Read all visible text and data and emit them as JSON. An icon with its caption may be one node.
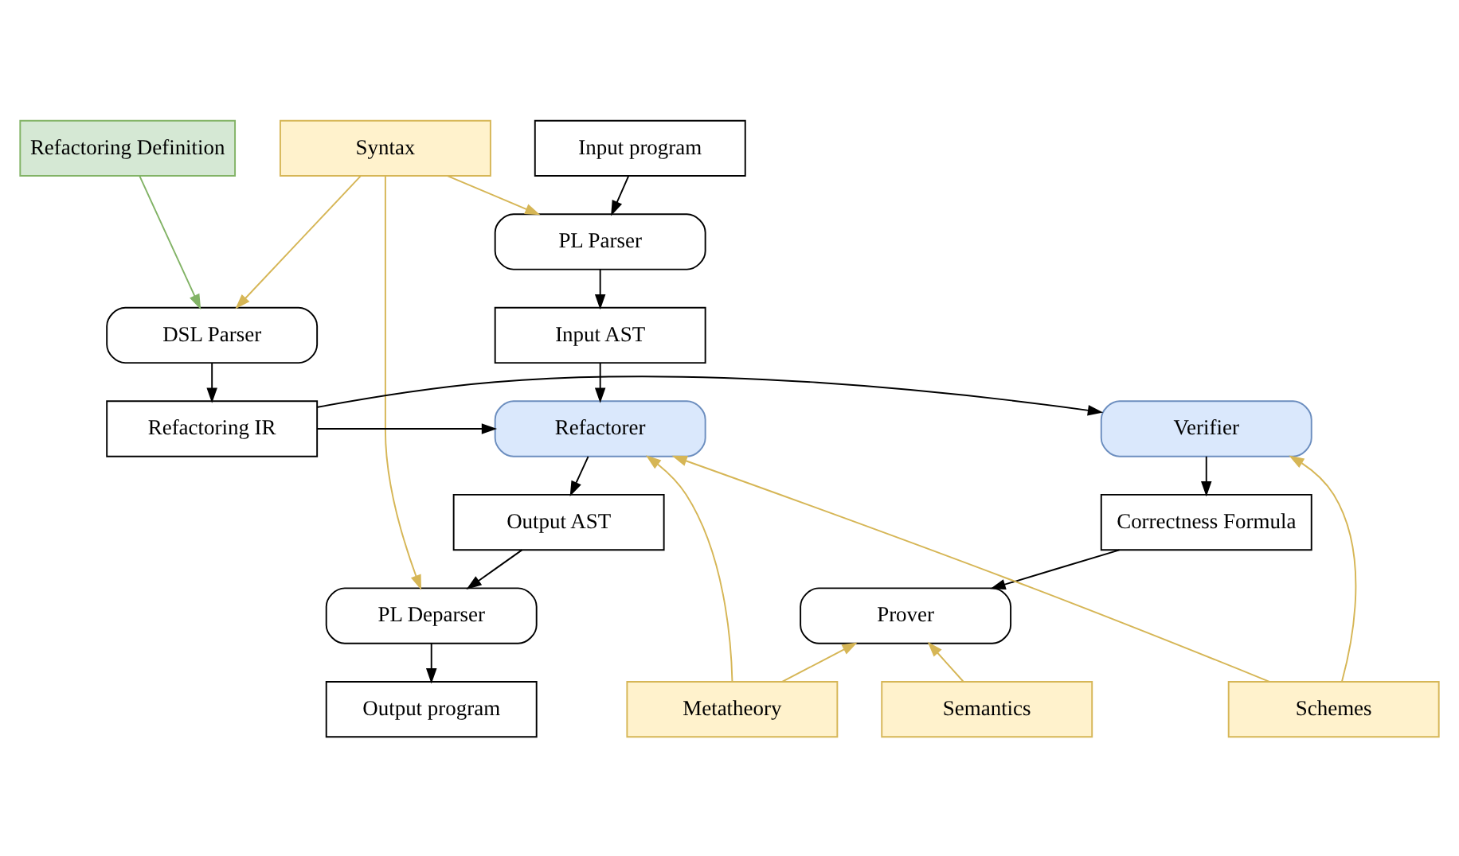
{
  "diagram": {
    "nodes": [
      {
        "text": [
          "Refactoring Definition"
        ]
      },
      {
        "text": [
          "Syntax"
        ]
      },
      {
        "text": [
          "Input program"
        ]
      },
      {
        "text": [
          "PL Parser"
        ]
      },
      {
        "text": [
          "DSL Parser"
        ]
      },
      {
        "text": [
          "Input AST"
        ]
      },
      {
        "text": [
          "Verifier"
        ]
      },
      {
        "text": [
          "Refactoring IR"
        ]
      },
      {
        "text": [
          "Refactorer"
        ]
      },
      {
        "text": [
          "Correctness Formula"
        ]
      },
      {
        "text": [
          "Output AST"
        ]
      },
      {
        "text": [
          "Prover"
        ]
      },
      {
        "text": [
          "PL Deparser"
        ]
      },
      {
        "text": [
          "Semantics"
        ]
      },
      {
        "text": [
          "Metatheory"
        ]
      },
      {
        "text": [
          "Schemes"
        ]
      },
      {
        "text": [
          "Output program"
        ]
      }
    ],
    "edges": [
      {
        "from": 0,
        "to": 4,
        "arrow": "to",
        "color": "#82b366"
      },
      {
        "from": 1,
        "to": 3,
        "arrow": "to",
        "color": "#d6b656"
      },
      {
        "from": 1,
        "to": 4,
        "arrow": "to",
        "color": "#d6b656"
      },
      {
        "from": 1,
        "to": 12,
        "arrow": "to",
        "color": "#d6b656"
      },
      {
        "from": 2,
        "to": 3,
        "arrow": "to"
      },
      {
        "from": 3,
        "to": 5,
        "arrow": "to"
      },
      {
        "from": 5,
        "to": 8,
        "arrow": "to"
      },
      {
        "from": 4,
        "to": 7,
        "arrow": "to"
      },
      {
        "from": 7,
        "to": 6,
        "arrow": "to"
      },
      {
        "from": 7,
        "to": 8,
        "arrow": "to"
      },
      {
        "from": 6,
        "to": 9,
        "arrow": "to"
      },
      {
        "from": 9,
        "to": 11,
        "arrow": "to"
      },
      {
        "from": 8,
        "to": 10,
        "arrow": "to"
      },
      {
        "from": 10,
        "to": 12,
        "arrow": "to"
      },
      {
        "from": 12,
        "to": 16,
        "arrow": "to"
      },
      {
        "from": 13,
        "to": 11,
        "arrow": "to",
        "color": "#d6b656"
      },
      {
        "from": 14,
        "to": 11,
        "arrow": "to",
        "color": "#d6b656"
      },
      {
        "from": 14,
        "to": 8,
        "arrow": "to",
        "color": "#d6b656"
      },
      {
        "from": 15,
        "to": 6,
        "arrow": "to",
        "color": "#d6b656"
      },
      {
        "from": 15,
        "to": 8,
        "arrow": "to",
        "color": "#d6b656"
      }
    ]
  }
}
